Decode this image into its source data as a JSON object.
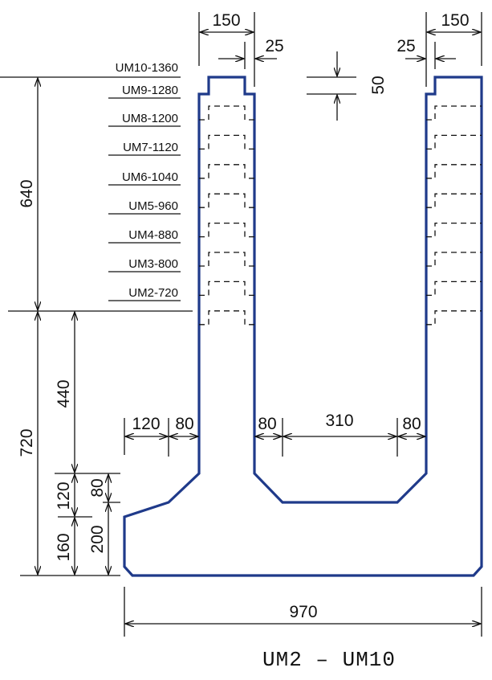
{
  "title": "UM2 – UM10",
  "level_labels": [
    "UM10-1360",
    "UM9-1280",
    "UM8-1200",
    "UM7-1120",
    "UM6-1040",
    "UM5-960",
    "UM4-880",
    "UM3-800",
    "UM2-720"
  ],
  "dimensions": {
    "left_top_width": "150",
    "left_top_step": "25",
    "right_top_width": "150",
    "right_top_step": "25",
    "top_step_height": "50",
    "upper_height": "640",
    "lower_height": "720",
    "wall_height": "440",
    "toe_slope_left": "120",
    "toe_base_left": "160",
    "toe_slope_right": "80",
    "toe_base_right": "200",
    "toe_width": "120",
    "wall_thickness_left": "80",
    "haunch_left": "80",
    "channel_bottom": "310",
    "haunch_right": "80",
    "total_width": "970"
  },
  "colors": {
    "outline": "#1f3a8a",
    "dims": "#111111"
  }
}
